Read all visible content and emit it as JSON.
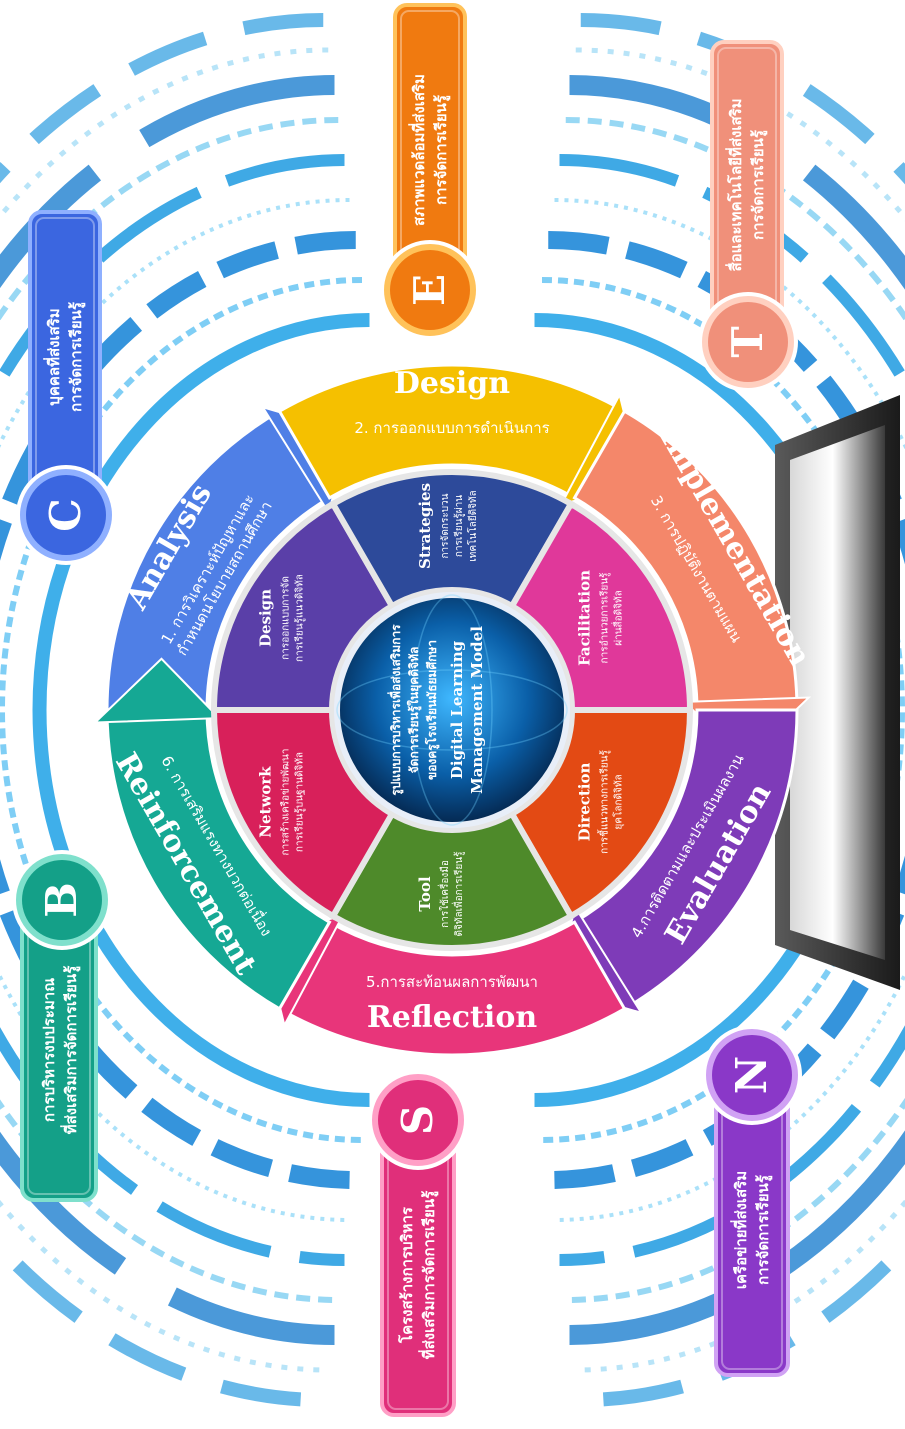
{
  "center": {
    "line1": "รูปแบบการบริหารเพื่อส่งเสริมการ",
    "line2": "จัดการเรียนรู้ในยุคดิจิทัล",
    "line3": "ของครูโรงเรียนมัธยมศึกษา",
    "line4": "Digital Learning",
    "line5": "Management Model"
  },
  "cycle": [
    {
      "key": "analysis",
      "title": "Analysis",
      "sub1": "1. การวิเคราะห์ปัญหาและ",
      "sub2": "กำหนดนโยบายสถานศึกษา",
      "color": "#4f7fe6"
    },
    {
      "key": "design",
      "title": "Design",
      "sub1": "2. การออกแบบการดำเนินการ",
      "sub2": "",
      "color": "#f5c000"
    },
    {
      "key": "implementation",
      "title": "Implementation",
      "sub1": "3. การปฏิบัติงานตามแผน",
      "sub2": "",
      "color": "#f4876a"
    },
    {
      "key": "evaluation",
      "title": "Evaluation",
      "sub1": "4.การติดตามและประเมินผลงาน",
      "sub2": "",
      "color": "#7e3bb8"
    },
    {
      "key": "reflection",
      "title": "Reflection",
      "sub1": "5.การสะท้อนผลการพัฒนา",
      "sub2": "",
      "color": "#e8357a"
    },
    {
      "key": "reinforcement",
      "title": "Reinforcement",
      "sub1": "6. การเสริมแรงทางบวกต่อเนื่อง",
      "sub2": "",
      "color": "#15a894"
    }
  ],
  "inner": [
    {
      "key": "design",
      "title": "Design",
      "d1": "การออกแบบการจัด",
      "d2": "การเรียนรู้แนวดิจิทัล",
      "color": "#5a3fa8"
    },
    {
      "key": "strategies",
      "title": "Strategies",
      "d1": "การจัดกระบวน",
      "d2": "การเรียนรู้ผ่าน",
      "d3": "เทคโนโลยีดิจิทัล",
      "color": "#2d4a9a"
    },
    {
      "key": "facilitation",
      "title": "Facilitation",
      "d1": "การอำนวยการเรียนรู้",
      "d2": "ผ่านสื่อดิจิทัล",
      "color": "#e0389a"
    },
    {
      "key": "direction",
      "title": "Direction",
      "d1": "การชี้แนวทางการเรียนรู้",
      "d2": "ยุคโลกดิจิทัล",
      "color": "#e34a14"
    },
    {
      "key": "tool",
      "title": "Tool",
      "d1": "การใช้เครื่องมือ",
      "d2": "ดิจิทัลเพื่อการเรียนรู้",
      "color": "#4e8a2a"
    },
    {
      "key": "network",
      "title": "Network",
      "d1": "การสร้างเครือข่ายพัฒนา",
      "d2": "การเรียนรู้บนฐานดิจิทัล",
      "color": "#d8205a"
    }
  ],
  "badges": [
    {
      "key": "c",
      "letter": "C",
      "l1": "บุคคลที่ส่งเสริม",
      "l2": "การจัดการเรียนรู้",
      "color": "#3b66e0",
      "light": "#8fb0ff"
    },
    {
      "key": "e",
      "letter": "E",
      "l1": "สภาพแวดล้อมที่ส่งเสริม",
      "l2": "การจัดการเรียนรู้",
      "color": "#f07a10",
      "light": "#ffc25a"
    },
    {
      "key": "t",
      "letter": "T",
      "l1": "สื่อและเทคโนโลยีที่ส่งเสริม",
      "l2": "การจัดการเรียนรู้",
      "color": "#f0907a",
      "light": "#ffd0c0"
    },
    {
      "key": "b",
      "letter": "B",
      "l1": "การบริหารงบประมาณ",
      "l2": "ที่ส่งเสริมการจัดการเรียนรู้",
      "color": "#14a088",
      "light": "#7fe0cc"
    },
    {
      "key": "s",
      "letter": "S",
      "l1": "โครงสร้างการบริหาร",
      "l2": "ที่ส่งเสริมการจัดการเรียนรู้",
      "color": "#e02f7a",
      "light": "#ff9fc6"
    },
    {
      "key": "n",
      "letter": "N",
      "l1": "เครือข่ายที่ส่งเสริม",
      "l2": "การจัดการเรียนรู้",
      "color": "#8a38c8",
      "light": "#d0a2f4"
    }
  ]
}
